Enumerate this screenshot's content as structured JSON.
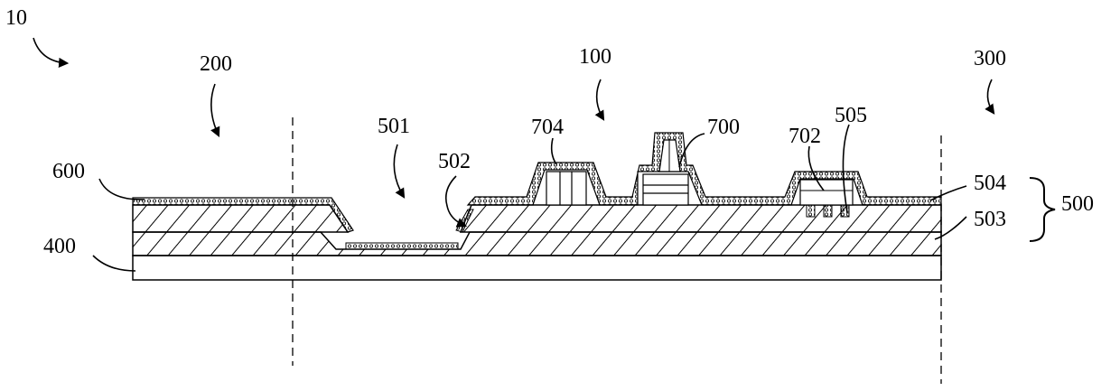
{
  "figure": {
    "reference_numeral": "10",
    "labels": {
      "region_left": "200",
      "region_center": "100",
      "region_right": "300",
      "substrate": "400",
      "layer_stack": "500",
      "opening": "501",
      "opening_slope": "502",
      "lower_layer": "503",
      "upper_layer": "504",
      "via": "505",
      "cover_layer": "600",
      "device_group": "700",
      "device_a": "702",
      "device_b": "704"
    }
  }
}
